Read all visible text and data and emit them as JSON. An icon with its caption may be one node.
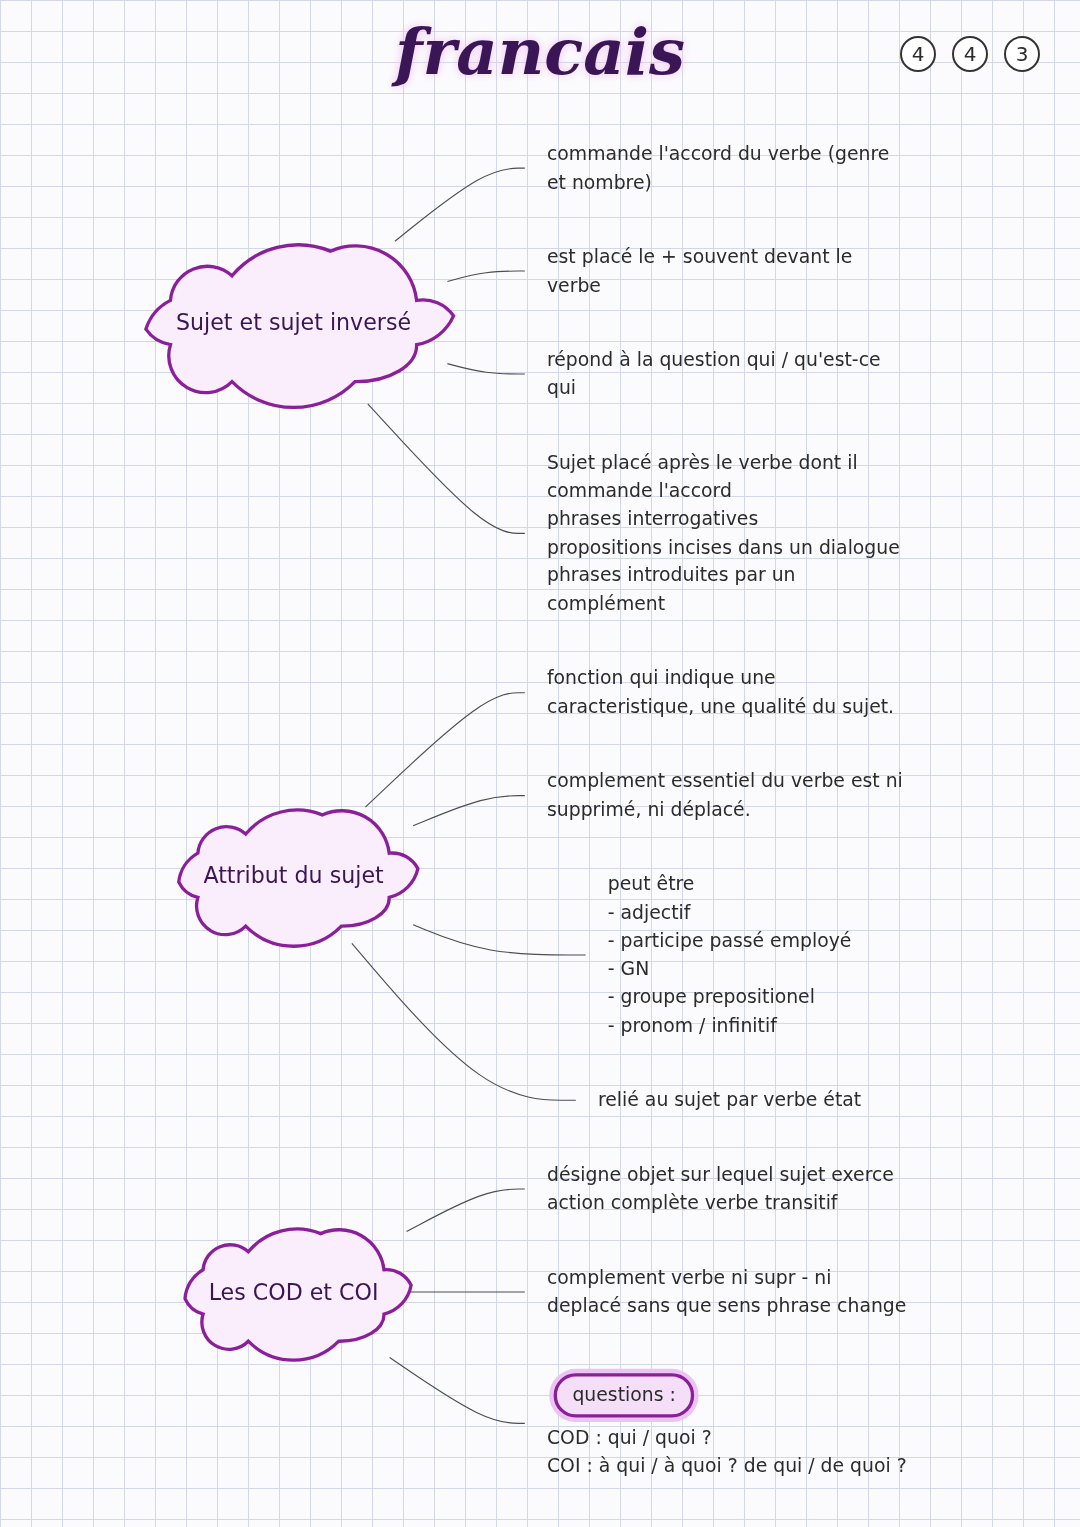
{
  "diagram": {
    "title": "francais",
    "nodes": [
      {
        "text": [
          "Sujet et sujet inversé"
        ]
      },
      {
        "text": [
          "commande l'accord du verbe (genre et nombre)"
        ]
      },
      {
        "text": [
          "est placé le + souvent devant le verbe"
        ]
      },
      {
        "text": [
          "répond à la question qui / qu'est-ce qui"
        ]
      },
      {
        "text": [
          "Sujet placé après le verbe dont il commande l'accord",
          "phrases interrogatives",
          "propositions incises dans un dialogue",
          "phrases introduites par un complément"
        ]
      },
      {
        "text": [
          "fonction qui indique une caracteristique, une qualité du sujet."
        ]
      },
      {
        "text": [
          "Attribut du sujet"
        ]
      },
      {
        "text": [
          "complement essentiel du verbe est ni supprimé, ni déplacé."
        ]
      },
      {
        "text": [
          "relié au sujet par verbe état"
        ]
      },
      {
        "text": [
          "peut être",
          "- adjectif",
          "- participe passé employé",
          "- GN",
          "- groupe prepositionel",
          "- pronom / infinitif"
        ]
      },
      {
        "text": [
          "Les COD et COI"
        ]
      },
      {
        "text": [
          "désigne objet sur lequel sujet exerce action complète verbe transitif"
        ]
      },
      {
        "text": [
          "complement verbe ni supr - ni deplacé sans que sens phrase change"
        ]
      },
      {
        "text": [
          "questions :"
        ],
        "beside": [
          "COD : qui / quoi ?",
          "COI : à qui / à quoi ? de qui / de quoi ?"
        ]
      }
    ],
    "edges": [
      {
        "from": 0,
        "to": 1,
        "arrow": "none"
      },
      {
        "from": 0,
        "to": 2,
        "arrow": "none"
      },
      {
        "from": 0,
        "to": 3,
        "arrow": "none"
      },
      {
        "from": 0,
        "to": 4,
        "arrow": "none"
      },
      {
        "from": 6,
        "to": 5,
        "arrow": "none"
      },
      {
        "from": 6,
        "to": 7,
        "arrow": "none"
      },
      {
        "from": 6,
        "to": 9,
        "arrow": "none"
      },
      {
        "from": 6,
        "to": 8,
        "arrow": "none"
      },
      {
        "from": 10,
        "to": 11,
        "arrow": "none"
      },
      {
        "from": 10,
        "to": 12,
        "arrow": "none"
      },
      {
        "from": 10,
        "to": 13,
        "arrow": "none"
      }
    ],
    "labels": [
      "4",
      "4",
      "3"
    ]
  }
}
